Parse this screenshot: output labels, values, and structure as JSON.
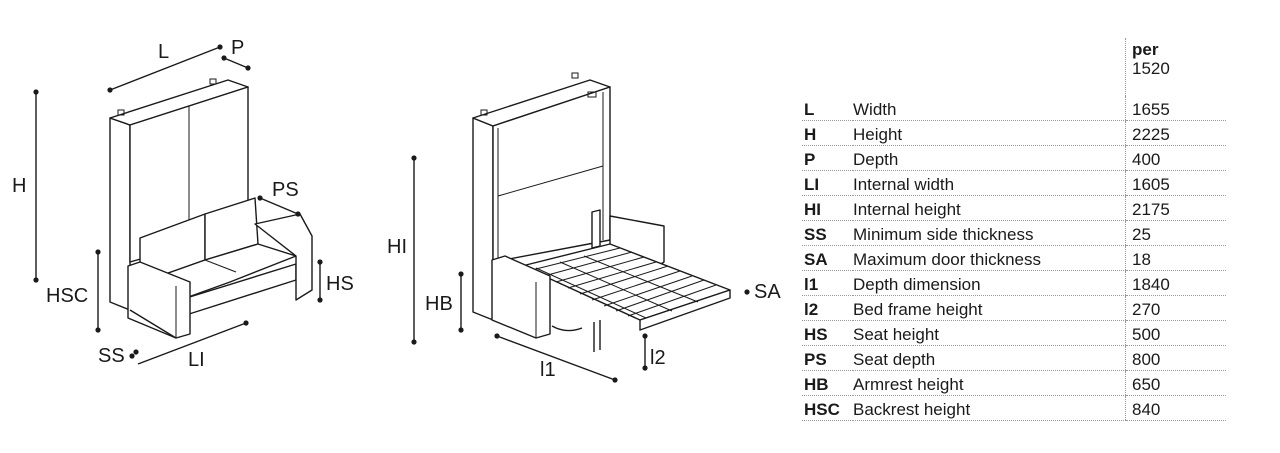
{
  "diagram_left": {
    "labels": {
      "L": "L",
      "P": "P",
      "H": "H",
      "PS": "PS",
      "HS": "HS",
      "HSC": "HSC",
      "SS": "SS",
      "LI": "LI"
    }
  },
  "diagram_right": {
    "labels": {
      "HI": "HI",
      "HB": "HB",
      "SA": "SA",
      "l1": "l1",
      "l2": "l2"
    }
  },
  "spec_table": {
    "header": {
      "title": "per",
      "value": "1520"
    },
    "rows": [
      {
        "code": "L",
        "label": "Width",
        "value": "1655"
      },
      {
        "code": "H",
        "label": "Height",
        "value": "2225"
      },
      {
        "code": "P",
        "label": "Depth",
        "value": "400"
      },
      {
        "code": "LI",
        "label": "Internal width",
        "value": "1605"
      },
      {
        "code": "HI",
        "label": "Internal height",
        "value": "2175"
      },
      {
        "code": "SS",
        "label": "Minimum side thickness",
        "value": "25"
      },
      {
        "code": "SA",
        "label": "Maximum door thickness",
        "value": "18"
      },
      {
        "code": "l1",
        "label": "Depth dimension",
        "value": "1840"
      },
      {
        "code": "l2",
        "label": "Bed frame height",
        "value": "270"
      },
      {
        "code": "HS",
        "label": "Seat height",
        "value": "500"
      },
      {
        "code": "PS",
        "label": "Seat depth",
        "value": "800"
      },
      {
        "code": "HB",
        "label": "Armrest height",
        "value": "650"
      },
      {
        "code": "HSC",
        "label": "Backrest height",
        "value": "840"
      }
    ]
  }
}
